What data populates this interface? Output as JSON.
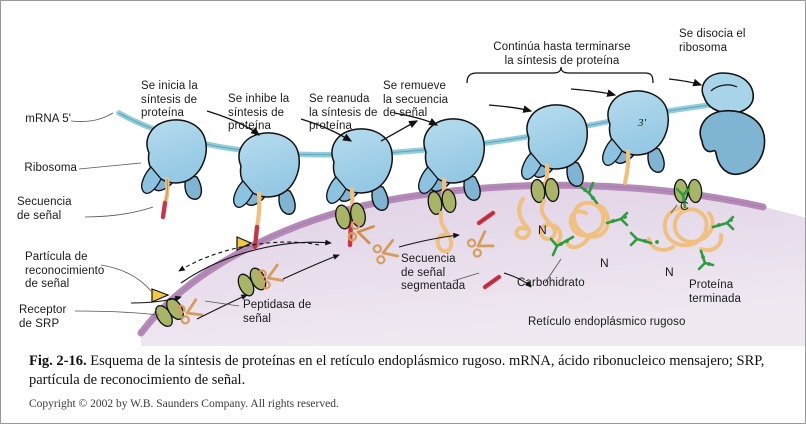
{
  "figure": {
    "labels": {
      "mrna_5": "mRNA 5'",
      "mrna_3": "3'",
      "ribosome": "Ribosoma",
      "signal_sequence": "Secuencia\nde señal",
      "srp_particle": "Partícula de\nreconocimiento\nde señal",
      "srp_receptor": "Receptor\nde SRP",
      "step_initiate": "Se inicia la\nsíntesis de\nproteína",
      "step_inhibit": "Se inhibe la\nsíntesis de\nproteína",
      "step_resume": "Se reanuda\nla síntesis de\nproteína",
      "step_remove_signal": "Se remueve\nla secuencia\nde señal",
      "step_continue": "Continúa hasta terminarse\nla síntesis de proteína",
      "step_dissociate": "Se disocia el\nribosoma",
      "signal_peptidase": "Peptidasa de\nseñal",
      "cleaved_signal_sequence": "Secuencia\nde señal\nsegmentada",
      "carbohydrate": "Carbohidrato",
      "finished_protein": "Proteína\nterminada",
      "rough_er": "Retículo endoplásmico rugoso",
      "terminus_n": "N",
      "terminus_c": "C"
    },
    "colors": {
      "ribosome_light": "#a8d4ea",
      "ribosome_mid": "#8cc3e0",
      "ribosome_dark": "#6fa8c9",
      "mrna": "#8fcddd",
      "membrane_band": "#b48ab8",
      "lumen_light": "#e7dcea",
      "lumen_mid": "#d8c4de",
      "translocon_green": "#a8b566",
      "nascent_chain": "#f0c080",
      "signal_red": "#cc3344",
      "srp_yellow": "#f5c842",
      "scissors_orange": "#d89b5c",
      "carbohydrate_green": "#2e9b3e",
      "outline": "#1a1a1a"
    }
  },
  "caption": {
    "figure_number": "Fig. 2-16.",
    "text": " Esquema de la síntesis de proteínas en el retículo endoplásmico rugoso. mRNA, ácido ribonucleico mensajero; SRP, partícula de reconocimiento de señal.",
    "copyright": "Copyright © 2002 by W.B. Saunders Company. All rights reserved."
  }
}
